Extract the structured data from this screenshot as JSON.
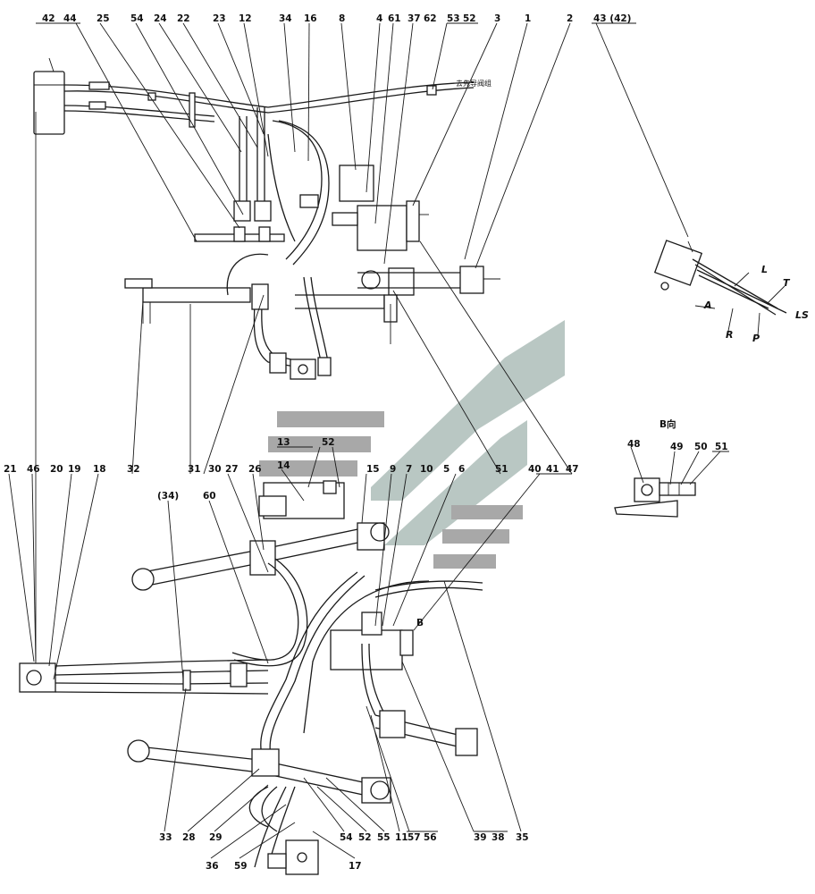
{
  "labels": {
    "top": [
      "42",
      "44",
      "25",
      "54",
      "24",
      "22",
      "23",
      "12",
      "34",
      "16",
      "8",
      "4",
      "61",
      "37",
      "62",
      "53",
      "52",
      "3",
      "1",
      "2",
      "43 (42)"
    ],
    "mid": [
      "13",
      "52",
      "14",
      "15",
      "9",
      "7",
      "10",
      "5",
      "6",
      "40",
      "41",
      "51",
      "30",
      "31",
      "32",
      "20",
      "21",
      "46",
      "19",
      "18",
      "(34)",
      "60",
      "27",
      "26",
      "47"
    ],
    "bottom": [
      "33",
      "28",
      "29",
      "36",
      "59",
      "54",
      "52",
      "55",
      "11",
      "57",
      "56",
      "39",
      "38",
      "35",
      "17"
    ],
    "side_ports": [
      "L",
      "T",
      "LS",
      "P",
      "R",
      "A"
    ],
    "view_b_numbers": [
      "48",
      "49",
      "50",
      "51"
    ],
    "view_b_title": "B向",
    "marker_b": "B",
    "pipe_note": "去先导阀组",
    "dual_bracket": "57 56",
    "slot_mark": "|"
  }
}
